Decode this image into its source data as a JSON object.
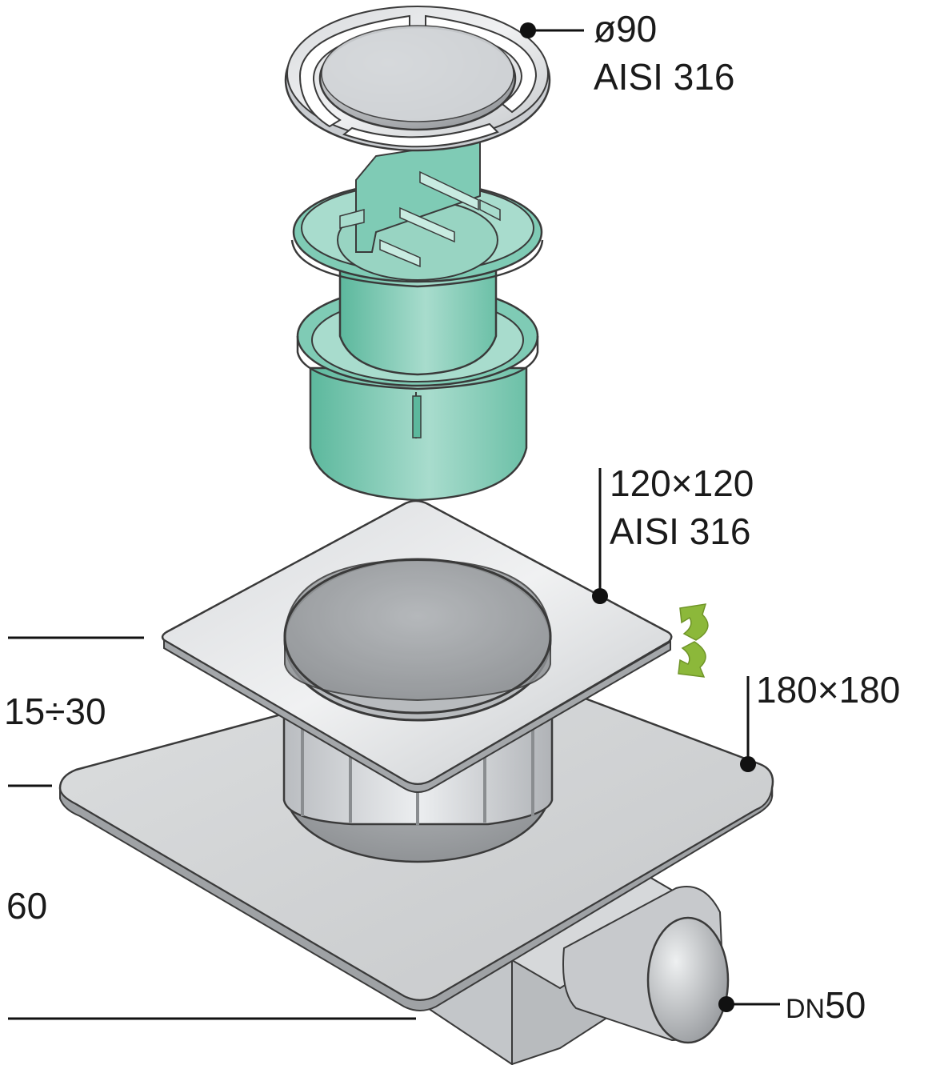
{
  "colors": {
    "steel_light": "#e4e6e8",
    "steel_mid": "#c9ccd0",
    "steel_dark": "#9a9da1",
    "green_light": "#a8dccd",
    "green_mid": "#7fcbb5",
    "green_dark": "#5cb89d",
    "arrow_green": "#8cb83a",
    "outline": "#3a3a3a"
  },
  "labels": {
    "grate_diameter": "ø90",
    "grate_material": "AISI 316",
    "frame_size": "120×120",
    "frame_material": "AISI 316",
    "base_size": "180×180",
    "height_range": "15÷30",
    "body_height": "60",
    "outlet_prefix": "DN",
    "outlet_size": "50"
  },
  "icons": {
    "rotation": "rotate-arrows-icon"
  }
}
